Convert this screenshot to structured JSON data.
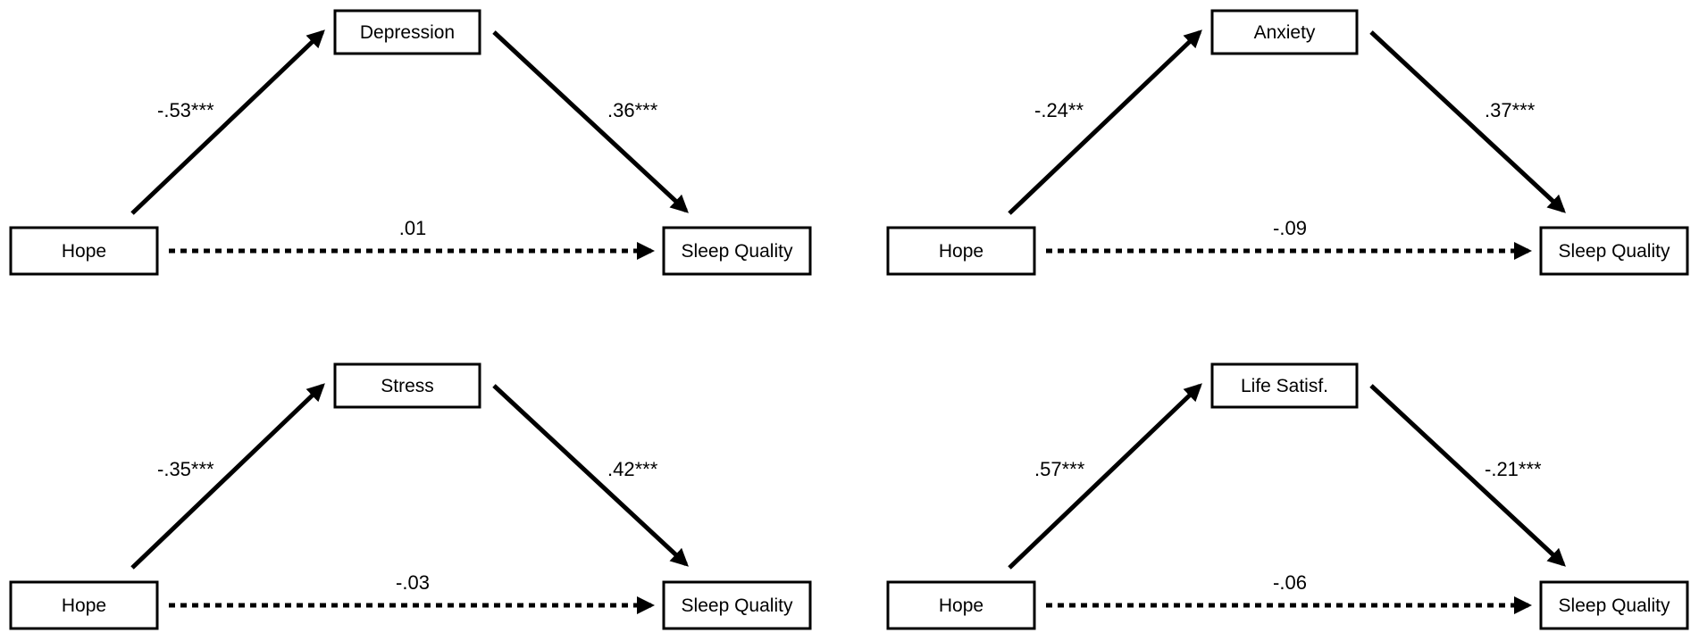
{
  "panels": [
    {
      "predictor": "Hope",
      "mediator": "Depression",
      "outcome": "Sleep Quality",
      "a_path": "-.53***",
      "b_path": ".36***",
      "c_prime": ".01"
    },
    {
      "predictor": "Hope",
      "mediator": "Anxiety",
      "outcome": "Sleep Quality",
      "a_path": "-.24**",
      "b_path": ".37***",
      "c_prime": "-.09"
    },
    {
      "predictor": "Hope",
      "mediator": "Stress",
      "outcome": "Sleep Quality",
      "a_path": "-.35***",
      "b_path": ".42***",
      "c_prime": "-.03"
    },
    {
      "predictor": "Hope",
      "mediator": "Life Satisf.",
      "outcome": "Sleep Quality",
      "a_path": ".57***",
      "b_path": "-.21***",
      "c_prime": "-.06"
    }
  ]
}
